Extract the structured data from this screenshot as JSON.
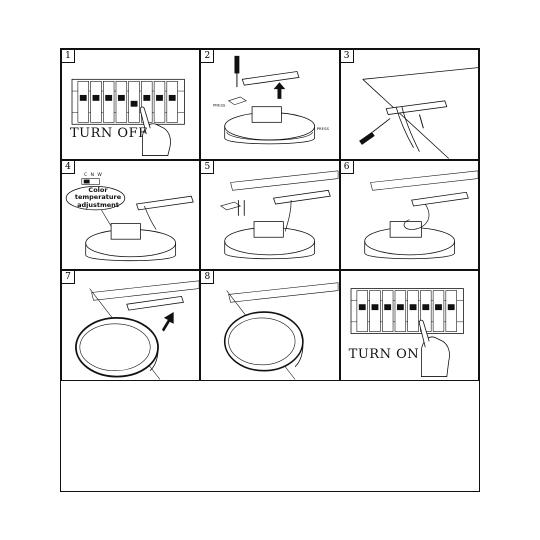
{
  "panels": [
    {
      "number": "1",
      "caption": "TURN OFF"
    },
    {
      "number": "2",
      "press_left": "PRESS",
      "press_right": "PRESS"
    },
    {
      "number": "3"
    },
    {
      "number": "4",
      "switch_labels": "C  N  W",
      "callout": "Color temperature adjustment"
    },
    {
      "number": "5"
    },
    {
      "number": "6"
    },
    {
      "number": "7"
    },
    {
      "number": "8"
    },
    {
      "number": "",
      "caption": "TURN ON"
    }
  ]
}
